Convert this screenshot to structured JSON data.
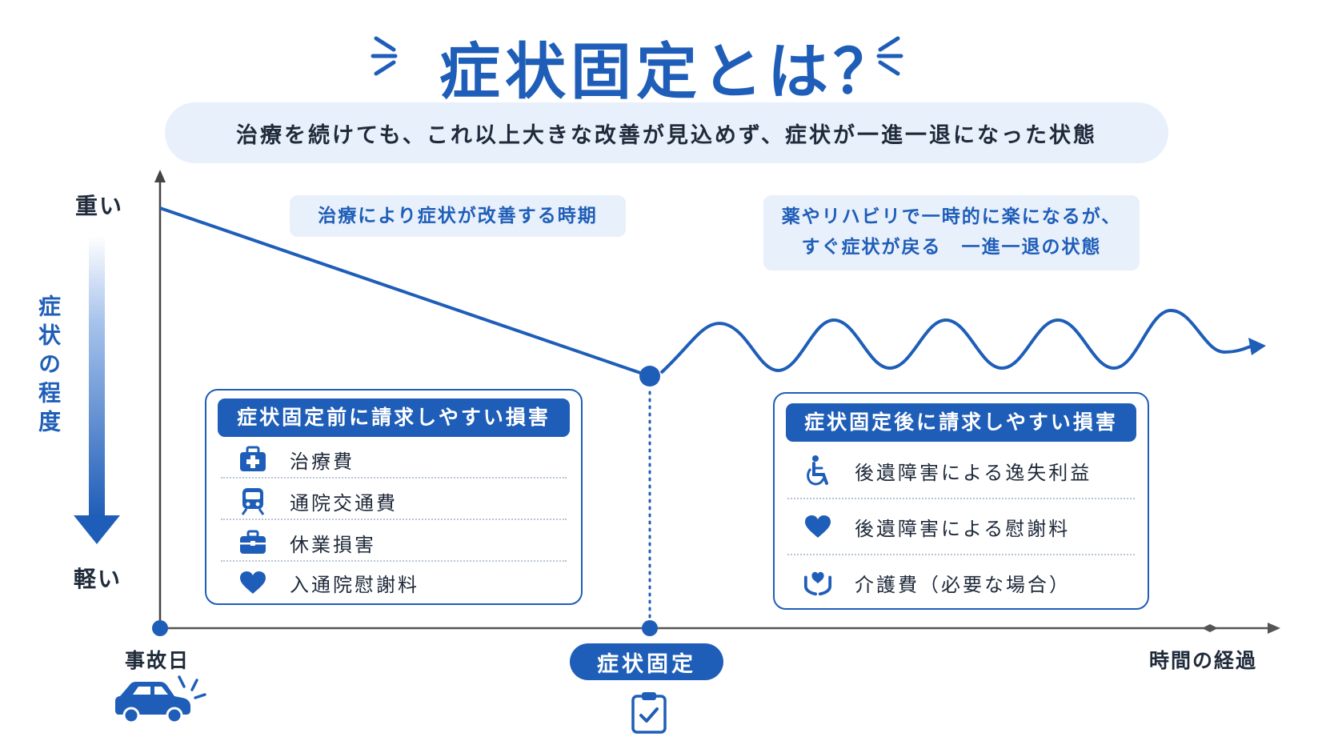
{
  "title": "症状固定とは？",
  "subtitle": "治療を続けても、これ以上大きな改善が見込めず、症状が一進一退になった状態",
  "y_axis": {
    "top_label": "重い",
    "bottom_label": "軽い",
    "title": "症状の程度"
  },
  "x_axis": {
    "start_label": "事故日",
    "milestone_label": "症状固定",
    "end_label": "時間の経過"
  },
  "callouts": {
    "phase1": "治療により症状が改善する時期",
    "phase2_line1": "薬やリハビリで一時的に楽になるが、",
    "phase2_line2": "すぐ症状が戻る　一進一退の状態"
  },
  "before_box": {
    "header": "症状固定前に請求しやすい損害",
    "items": [
      {
        "label": "治療費",
        "icon": "first-aid-kit-icon"
      },
      {
        "label": "通院交通費",
        "icon": "train-icon"
      },
      {
        "label": "休業損害",
        "icon": "briefcase-icon"
      },
      {
        "label": "入通院慰謝料",
        "icon": "heart-icon"
      }
    ]
  },
  "after_box": {
    "header": "症状固定後に請求しやすい損害",
    "items": [
      {
        "label": "後遺障害による逸失利益",
        "icon": "wheelchair-icon"
      },
      {
        "label": "後遺障害による慰謝料",
        "icon": "heart-icon"
      },
      {
        "label": "介護費（必要な場合）",
        "icon": "hands-heart-icon"
      }
    ]
  },
  "colors": {
    "primary": "#1f5eb8",
    "light": "#e8f0fb",
    "text": "#1f2a3a"
  }
}
